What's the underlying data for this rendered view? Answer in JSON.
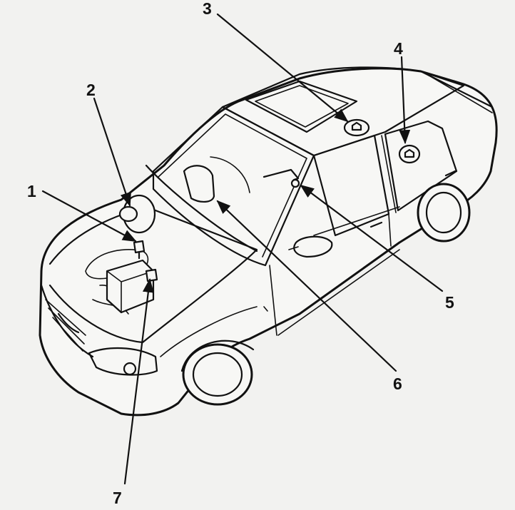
{
  "diagram": {
    "callouts": [
      {
        "id": "1",
        "label": "1"
      },
      {
        "id": "2",
        "label": "2"
      },
      {
        "id": "3",
        "label": "3"
      },
      {
        "id": "4",
        "label": "4"
      },
      {
        "id": "5",
        "label": "5"
      },
      {
        "id": "6",
        "label": "6"
      },
      {
        "id": "7",
        "label": "7"
      }
    ]
  }
}
